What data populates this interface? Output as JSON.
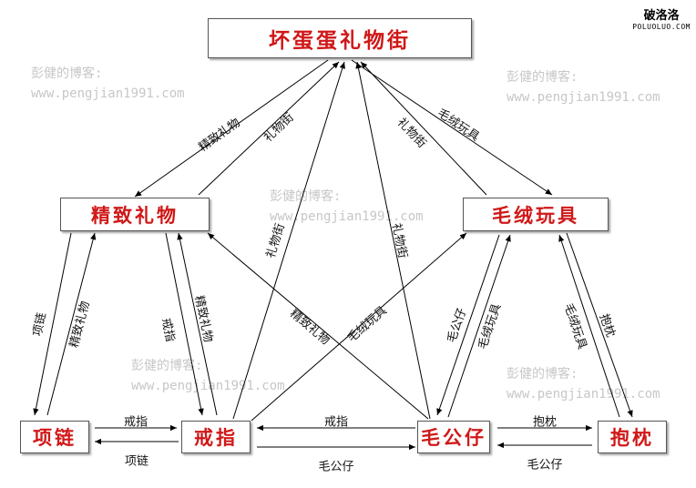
{
  "site_logo": {
    "name": "破洛洛",
    "domain": "POLUOLUO.COM"
  },
  "watermark": {
    "line1": "彭健的博客:",
    "line2": "www.pengjian1991.com"
  },
  "nodes": {
    "bad_egg_street": "坏蛋蛋礼物街",
    "fine_gifts": "精致礼物",
    "plush_toys": "毛绒玩具",
    "necklace": "项链",
    "ring": "戒指",
    "teddy": "毛公仔",
    "pillow": "抱枕"
  },
  "edges": [
    {
      "from": "坏蛋蛋礼物街",
      "to": "精致礼物",
      "label": "精致礼物"
    },
    {
      "from": "精致礼物",
      "to": "坏蛋蛋礼物街",
      "label": "礼物街"
    },
    {
      "from": "坏蛋蛋礼物街",
      "to": "毛绒玩具",
      "label": "毛绒玩具"
    },
    {
      "from": "毛绒玩具",
      "to": "坏蛋蛋礼物街",
      "label": "礼物街"
    },
    {
      "from": "戒指",
      "to": "坏蛋蛋礼物街",
      "label": "礼物街"
    },
    {
      "from": "毛公仔",
      "to": "坏蛋蛋礼物街",
      "label": "礼物街"
    },
    {
      "from": "精致礼物",
      "to": "项链",
      "label": "项链"
    },
    {
      "from": "项链",
      "to": "精致礼物",
      "label": "精致礼物"
    },
    {
      "from": "精致礼物",
      "to": "戒指",
      "label": "戒指"
    },
    {
      "from": "戒指",
      "to": "精致礼物",
      "label": "精致礼物"
    },
    {
      "from": "毛公仔",
      "to": "精致礼物",
      "label": "精致礼物"
    },
    {
      "from": "戒指",
      "to": "毛绒玩具",
      "label": "毛绒玩具"
    },
    {
      "from": "毛绒玩具",
      "to": "毛公仔",
      "label": "毛公仔"
    },
    {
      "from": "毛公仔",
      "to": "毛绒玩具",
      "label": "毛绒玩具"
    },
    {
      "from": "毛绒玩具",
      "to": "抱枕",
      "label": "抱枕"
    },
    {
      "from": "抱枕",
      "to": "毛绒玩具",
      "label": "毛绒玩具"
    },
    {
      "from": "项链",
      "to": "戒指",
      "label": "戒指"
    },
    {
      "from": "戒指",
      "to": "项链",
      "label": "项链"
    },
    {
      "from": "毛公仔",
      "to": "戒指",
      "label": "戒指"
    },
    {
      "from": "戒指",
      "to": "毛公仔",
      "label": "毛公仔"
    },
    {
      "from": "毛公仔",
      "to": "抱枕",
      "label": "抱枕"
    },
    {
      "from": "抱枕",
      "to": "毛公仔",
      "label": "毛公仔"
    }
  ]
}
